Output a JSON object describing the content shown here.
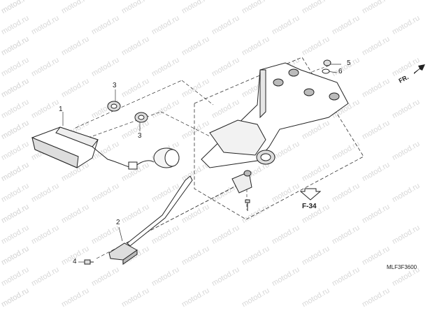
{
  "watermark": "motod.ru",
  "callouts": [
    {
      "id": "1",
      "label": "1"
    },
    {
      "id": "2",
      "label": "2"
    },
    {
      "id": "3a",
      "label": "3"
    },
    {
      "id": "3b",
      "label": "3"
    },
    {
      "id": "4",
      "label": "4"
    },
    {
      "id": "5",
      "label": "5"
    },
    {
      "id": "6",
      "label": "6"
    }
  ],
  "reference": "F-34",
  "direction": "FR.",
  "diagram_code": "MLF3F3600"
}
